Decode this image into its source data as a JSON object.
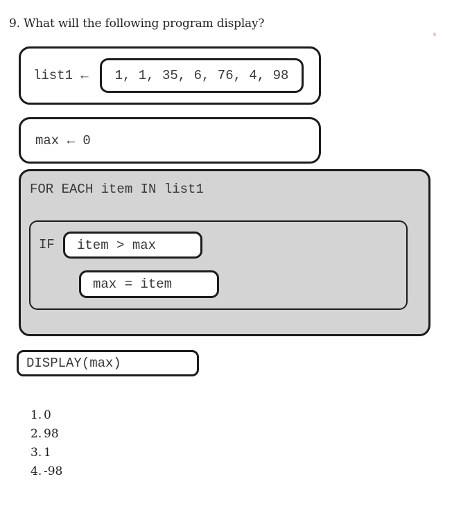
{
  "question": {
    "title": "9. What will the following program display?"
  },
  "program": {
    "list1_label": "list1 ←",
    "list1_values": "1, 1, 35, 6, 76, 4, 98",
    "max_assign": "max ← 0",
    "foreach_header": "FOR EACH item IN list1",
    "if_label": "IF",
    "if_condition": "item > max",
    "if_body": "max = item",
    "display_call": "DISPLAY(max)"
  },
  "choices": [
    {
      "number": "1.",
      "text": "0"
    },
    {
      "number": "2.",
      "text": "98"
    },
    {
      "number": "3.",
      "text": "1"
    },
    {
      "number": "4.",
      "text": "-98"
    }
  ],
  "colors": {
    "border": "#1c1c1c",
    "loop_fill": "#d4d4d4",
    "code_text": "#383838",
    "body_text": "#222222",
    "mark_pink": "#eebdbf"
  }
}
